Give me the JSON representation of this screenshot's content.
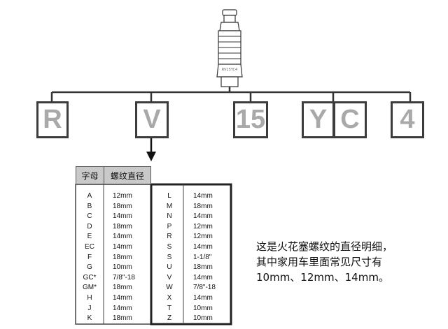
{
  "plug": {
    "label": "RV15YC4"
  },
  "code_letters": [
    {
      "id": "code-box-r",
      "text": "R"
    },
    {
      "id": "code-box-v",
      "text": "V"
    },
    {
      "id": "code-box-15",
      "text": "15"
    },
    {
      "id": "code-box-y",
      "text": "Y"
    },
    {
      "id": "code-box-c",
      "text": "C"
    },
    {
      "id": "code-box-4",
      "text": "4"
    }
  ],
  "table": {
    "headers": [
      "字母",
      "螺纹直径"
    ],
    "left_rows": [
      [
        "A",
        "12mm"
      ],
      [
        "B",
        "18mm"
      ],
      [
        "C",
        "14mm"
      ],
      [
        "D",
        "18mm"
      ],
      [
        "E",
        "14mm"
      ],
      [
        "EC",
        "14mm"
      ],
      [
        "F",
        "18mm"
      ],
      [
        "G",
        "10mm"
      ],
      [
        "GC*",
        "7/8\"-18"
      ],
      [
        "GM*",
        "18mm"
      ],
      [
        "H",
        "14mm"
      ],
      [
        "J",
        "14mm"
      ],
      [
        "K",
        "18mm"
      ]
    ],
    "right_rows": [
      [
        "L",
        "14mm"
      ],
      [
        "M",
        "18mm"
      ],
      [
        "N",
        "14mm"
      ],
      [
        "P",
        "12mm"
      ],
      [
        "R",
        "12mm"
      ],
      [
        "S",
        "14mm"
      ],
      [
        "S",
        "1-1/8\""
      ],
      [
        "U",
        "18mm"
      ],
      [
        "V",
        "14mm"
      ],
      [
        "W",
        "7/8\"-18"
      ],
      [
        "X",
        "14mm"
      ],
      [
        "T",
        "10mm"
      ],
      [
        "Z",
        "10mm"
      ]
    ]
  },
  "note": {
    "lines": [
      "这是火花塞螺纹的直径明细，",
      "其中家用车里面常见尺寸有",
      "10mm、12mm、14mm。"
    ]
  }
}
